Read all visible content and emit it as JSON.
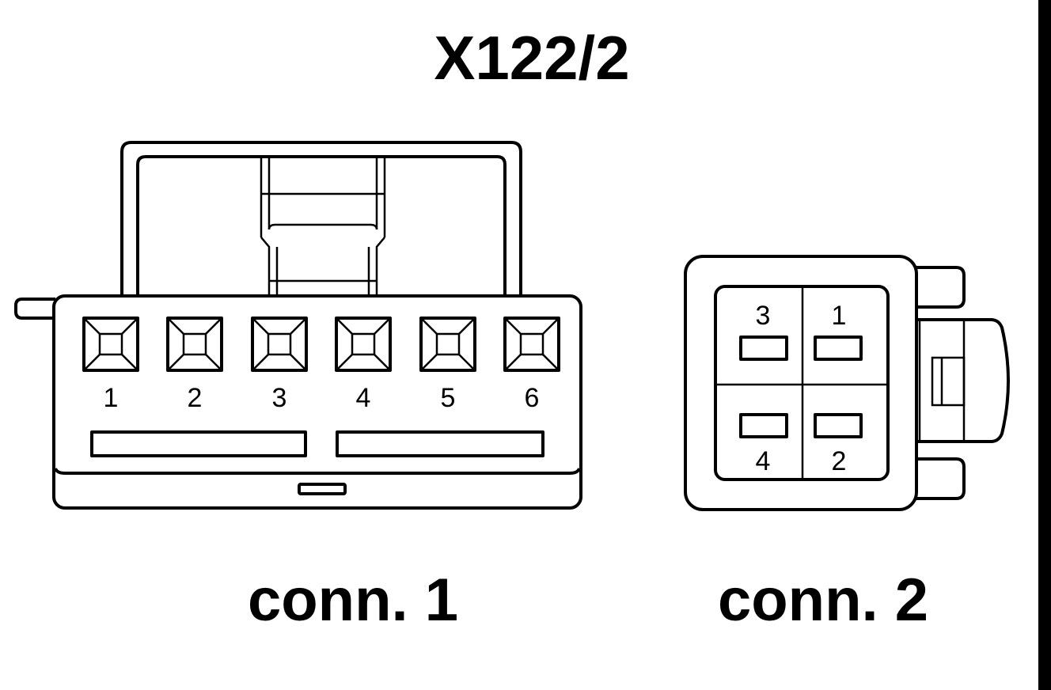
{
  "title": "X122/2",
  "connectors": [
    {
      "label": "conn. 1",
      "pins": [
        "1",
        "2",
        "3",
        "4",
        "5",
        "6"
      ]
    },
    {
      "label": "conn. 2",
      "pins": [
        "3",
        "1",
        "4",
        "2"
      ]
    }
  ]
}
